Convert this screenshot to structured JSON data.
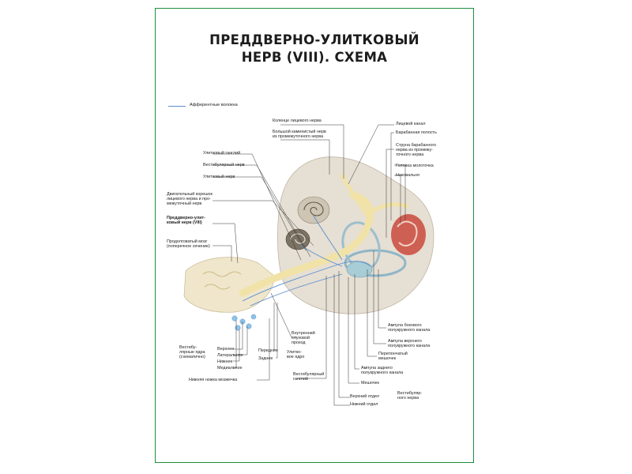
{
  "title": {
    "line1": "ПРЕДДВЕРНО-УЛИТКОВЫЙ",
    "line2": "НЕРВ (VIII). СХЕМА"
  },
  "legend": {
    "label": "Афферентные волокна",
    "color": "#5a8fd0"
  },
  "colors": {
    "frame": "#1f8f3a",
    "nerve": "#f1e3a8",
    "fibers": "#5a8fd0",
    "bone": "#d9d1c4",
    "ear": "#c94a3c"
  },
  "labels": {
    "facial_knee": "Коленце лицевого нерва",
    "greater_petrosal": "Большой каменистый нерв\nиз промежуточного нерва",
    "cochlear_ganglion": "Улитковый ганглий",
    "vestibular_nerve": "Вестибулярный нерв",
    "cochlear_nerve": "Улитковый нерв",
    "motor_root": "Двигательный корешок\nлицевого нерва и про-\nмежуточный нерв",
    "viii_nerve": "Преддверно-улит-\nковый нерв (VIII)",
    "medulla": "Продолговатый мозг\n(поперечное сечение)",
    "vestibular_nuclei": "Вестибу-\nлярные ядра\n(схематично)",
    "superior": "Верхнее",
    "medial": "Медиальное",
    "lateral": "Латеральное",
    "inferior": "Нижнее",
    "anterior": "Переднее",
    "posterior": "Заднее",
    "cochlear_nucleus": "Улитко-\nвое ядро",
    "internal_meatus": "Внутренний\nслуховой\nпроход",
    "inf_cerebellar": "Нижняя ножка мозжечка",
    "vestibular_ganglion": "Вестибулярный\nганглий",
    "superior_part": "Верхний отдел",
    "inferior_part": "Нижний отдел",
    "vestibular_nerve_parts": "Вестибуляр-\nного нерва",
    "facial_canal": "Лицевой канал",
    "tympanic_cavity": "Барабанная полость",
    "chorda_tympani": "Струна барабанного\nнерва из промежу-\nточного нерва",
    "malleus_head": "Головка молоточка",
    "incus": "Наковальня",
    "ampulla_lateral": "Ампула бокового\nполукружного канала",
    "ampulla_superior": "Ампула верхнего\nполукружного канала",
    "utricle": "Перепончатый\nмешочек",
    "ampulla_posterior": "Ампула заднего\nполукружного канала",
    "saccule": "Мешочек"
  }
}
